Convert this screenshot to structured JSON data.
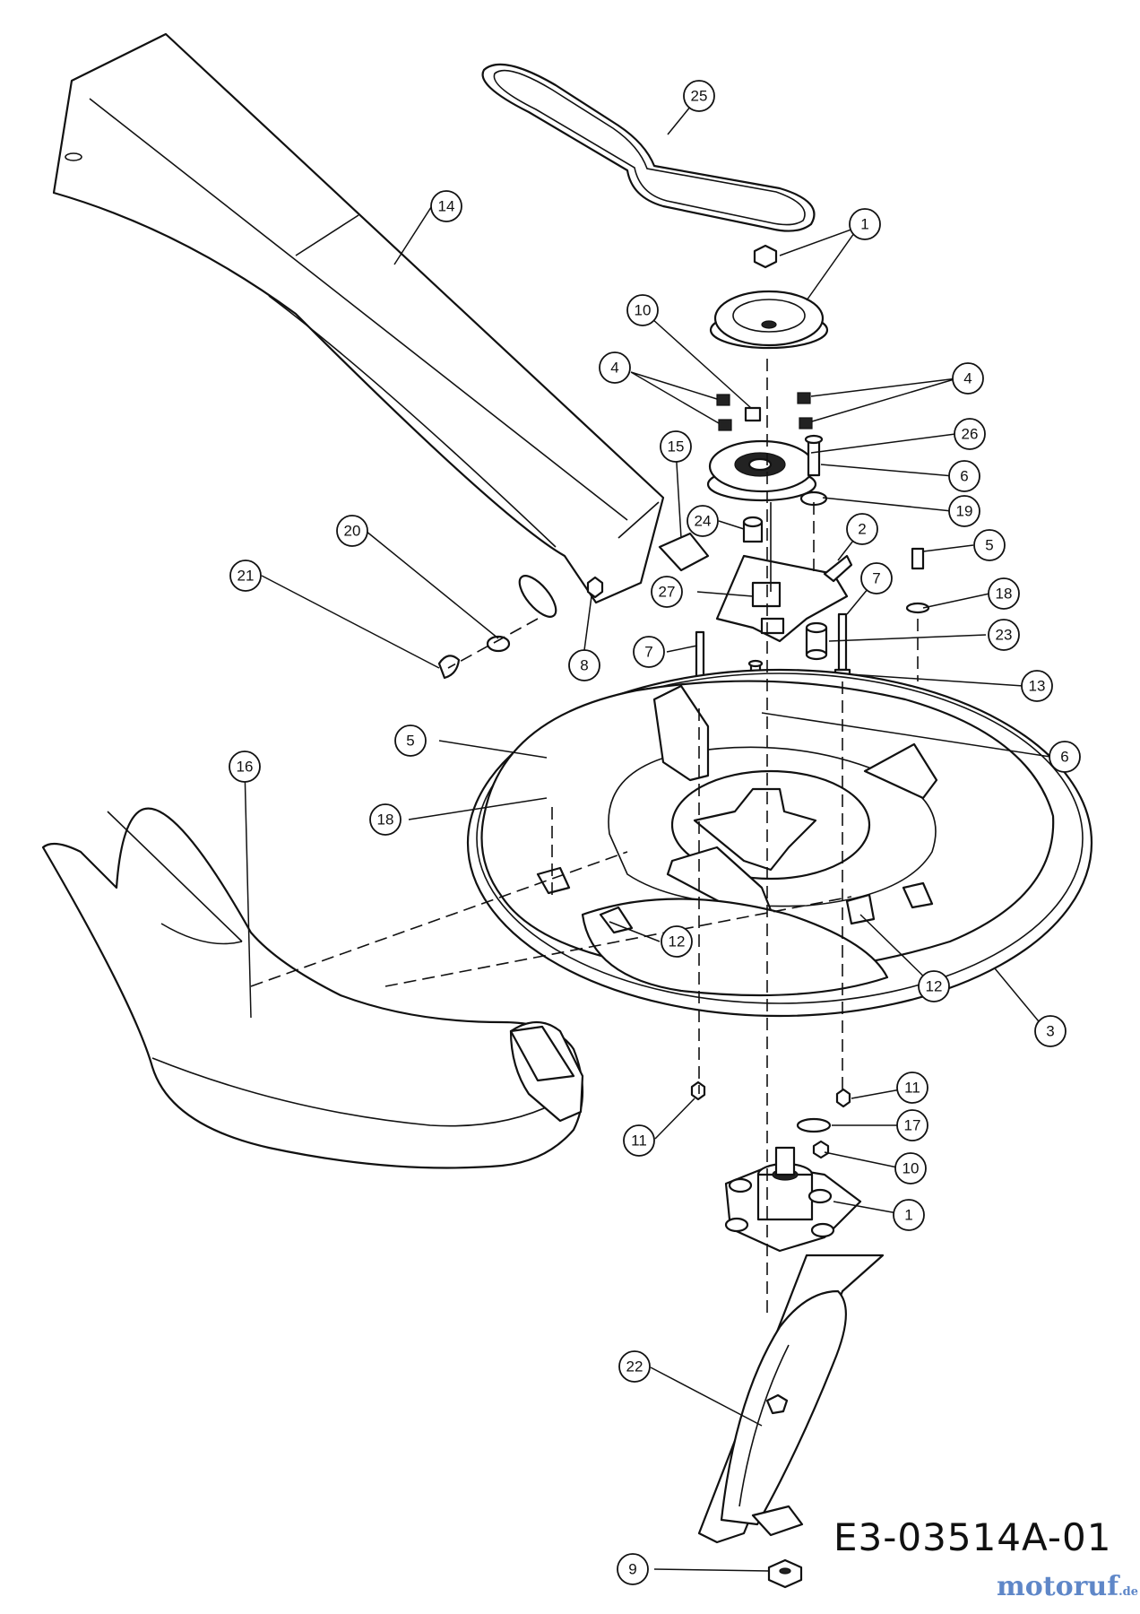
{
  "diagram": {
    "code": "E3-03514A-01",
    "watermark": {
      "name": "motoruf",
      "tld": ".de"
    },
    "callouts": [
      {
        "id": "c25",
        "label": "25"
      },
      {
        "id": "c14",
        "label": "14"
      },
      {
        "id": "c1a",
        "label": "1"
      },
      {
        "id": "c10a",
        "label": "10"
      },
      {
        "id": "c4a",
        "label": "4"
      },
      {
        "id": "c4b",
        "label": "4"
      },
      {
        "id": "c26",
        "label": "26"
      },
      {
        "id": "c6a",
        "label": "6"
      },
      {
        "id": "c15",
        "label": "15"
      },
      {
        "id": "c19",
        "label": "19"
      },
      {
        "id": "c24",
        "label": "24"
      },
      {
        "id": "c2",
        "label": "2"
      },
      {
        "id": "c5a",
        "label": "5"
      },
      {
        "id": "c20",
        "label": "20"
      },
      {
        "id": "c21",
        "label": "21"
      },
      {
        "id": "c7a",
        "label": "7"
      },
      {
        "id": "c18a",
        "label": "18"
      },
      {
        "id": "c27",
        "label": "27"
      },
      {
        "id": "c23",
        "label": "23"
      },
      {
        "id": "c8",
        "label": "8"
      },
      {
        "id": "c7b",
        "label": "7"
      },
      {
        "id": "c13",
        "label": "13"
      },
      {
        "id": "c5b",
        "label": "5"
      },
      {
        "id": "c6b",
        "label": "6"
      },
      {
        "id": "c16",
        "label": "16"
      },
      {
        "id": "c18b",
        "label": "18"
      },
      {
        "id": "c12a",
        "label": "12"
      },
      {
        "id": "c12b",
        "label": "12"
      },
      {
        "id": "c3",
        "label": "3"
      },
      {
        "id": "c11a",
        "label": "11"
      },
      {
        "id": "c17",
        "label": "17"
      },
      {
        "id": "c11b",
        "label": "11"
      },
      {
        "id": "c10b",
        "label": "10"
      },
      {
        "id": "c1b",
        "label": "1"
      },
      {
        "id": "c22",
        "label": "22"
      },
      {
        "id": "c9",
        "label": "9"
      }
    ]
  }
}
